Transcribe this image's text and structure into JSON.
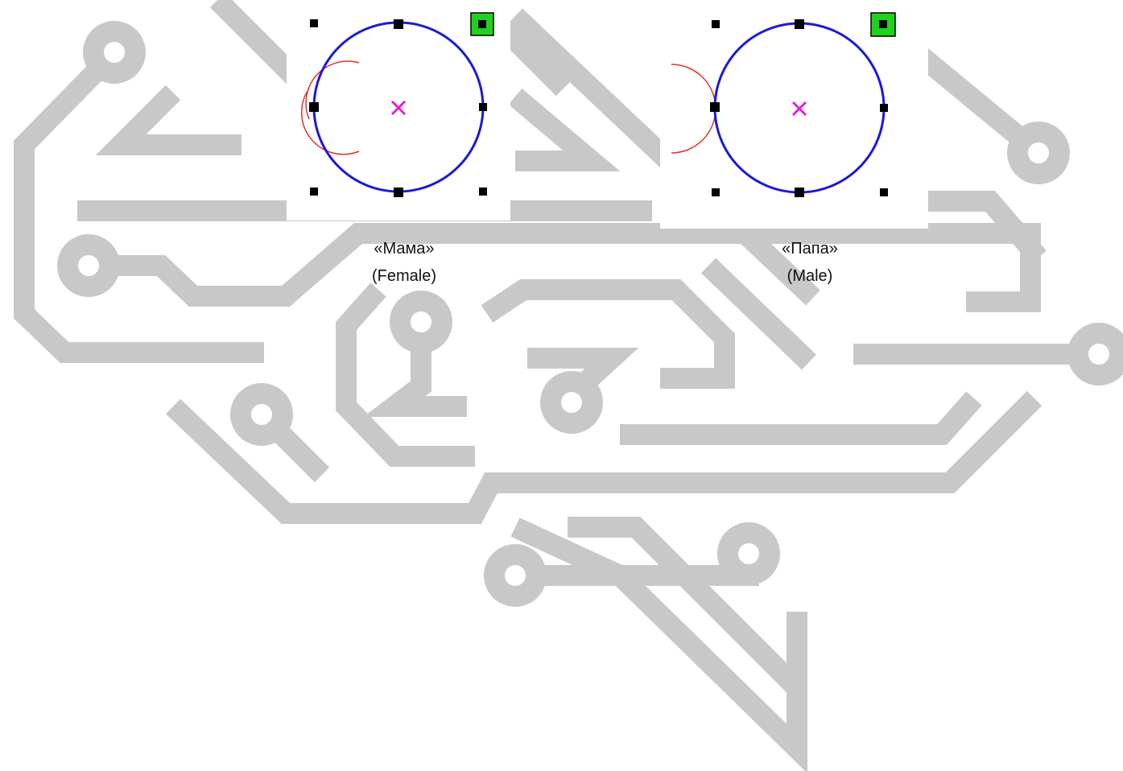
{
  "connectors": [
    {
      "id": "female",
      "name_label": "«Мама»",
      "gender_label": "(Female)"
    },
    {
      "id": "male",
      "name_label": "«Папа»",
      "gender_label": "(Male)"
    }
  ],
  "colors": {
    "background_circuit": "#c8c8c8",
    "outline": "#1a1ad6",
    "mating_arc": "#e23030",
    "center_mark": "#e020e0",
    "handle": "#000000",
    "active_handle_fill": "#1ed21e",
    "caption_text": "#111111"
  }
}
